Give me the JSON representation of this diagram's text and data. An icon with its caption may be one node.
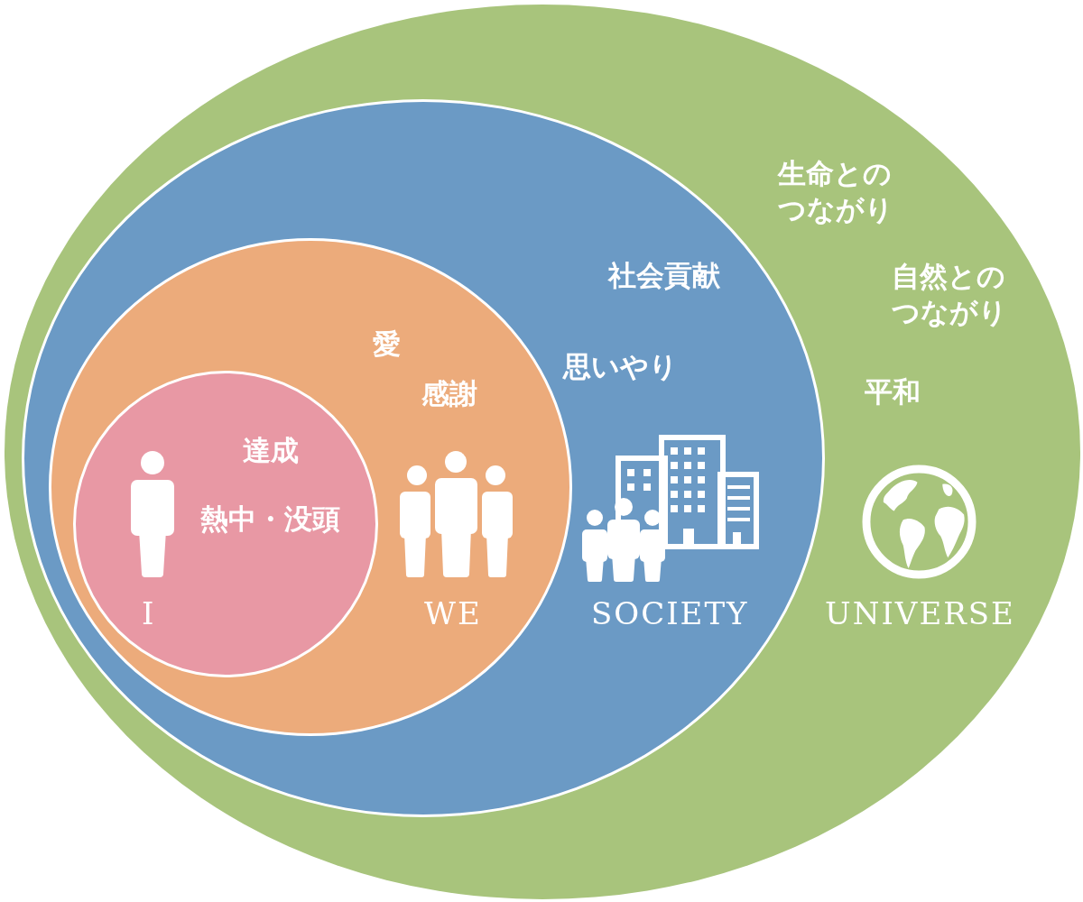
{
  "diagram": {
    "nodes": [
      {
        "text": [
          "生命とのつながり",
          "自然とのつながり",
          "平和",
          "UNIVERSE"
        ]
      },
      {
        "text": [
          "社会貢献",
          "思いやり",
          "SOCIETY"
        ],
        "in": 0
      },
      {
        "text": [
          "愛",
          "感謝",
          "WE"
        ],
        "in": 1
      },
      {
        "text": [
          "達成",
          "熱中・没頭",
          "I"
        ],
        "in": 2
      }
    ]
  }
}
